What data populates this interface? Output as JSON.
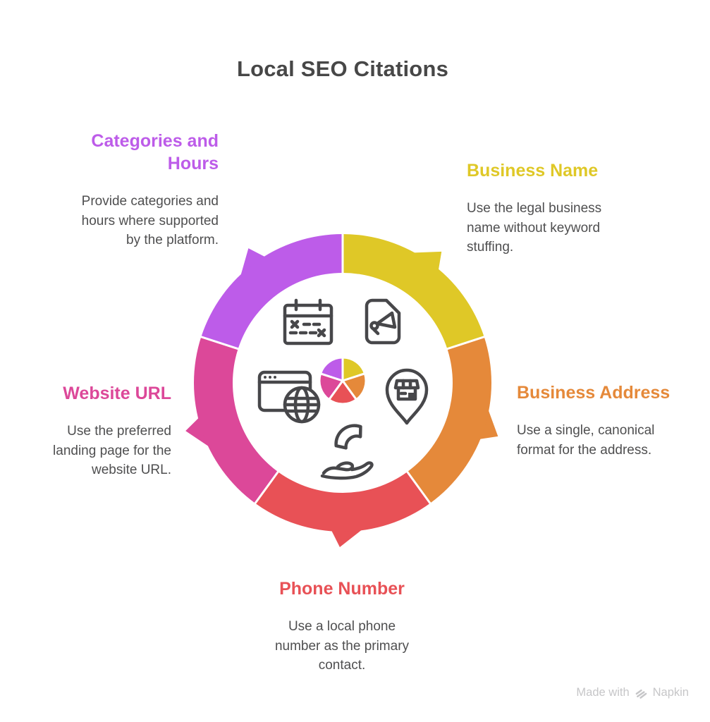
{
  "title": "Local SEO Citations",
  "footer": {
    "made_with": "Made with",
    "brand": "Napkin"
  },
  "colors": {
    "title_text": "#474747",
    "body_text": "#4f4f50",
    "icon_stroke": "#47474a",
    "footer_text": "#c6c6c8",
    "background": "#ffffff"
  },
  "chart_data": {
    "type": "pie",
    "subtype": "donut-with-outward-arrows-and-center-pie",
    "title": "Local SEO Citations",
    "equal_segments": true,
    "start_angle_deg": 0,
    "direction": "clockwise",
    "segments": [
      {
        "label": "Business Name",
        "value": 20,
        "color": "#dfc827",
        "description": "Use the legal business name without keyword stuffing.",
        "icon": "document-megaphone-icon",
        "label_align": "left",
        "label_position": "top-right"
      },
      {
        "label": "Business Address",
        "value": 20,
        "color": "#e5893a",
        "description": "Use a single, canonical format for the address.",
        "icon": "storefront-pin-icon",
        "label_align": "left",
        "label_position": "right"
      },
      {
        "label": "Phone Number",
        "value": 20,
        "color": "#e85156",
        "description": "Use a local phone number as the primary contact.",
        "icon": "phone-hand-icon",
        "label_align": "center",
        "label_position": "bottom"
      },
      {
        "label": "Website URL",
        "value": 20,
        "color": "#dc4899",
        "description": "Use the preferred landing page for the website URL.",
        "icon": "browser-globe-icon",
        "label_align": "right",
        "label_position": "left"
      },
      {
        "label": "Categories and Hours",
        "value": 20,
        "color": "#bd5ce9",
        "description": "Provide categories and hours where supported by the platform.",
        "icon": "calendar-icon",
        "label_align": "right",
        "label_position": "top-left"
      }
    ]
  }
}
